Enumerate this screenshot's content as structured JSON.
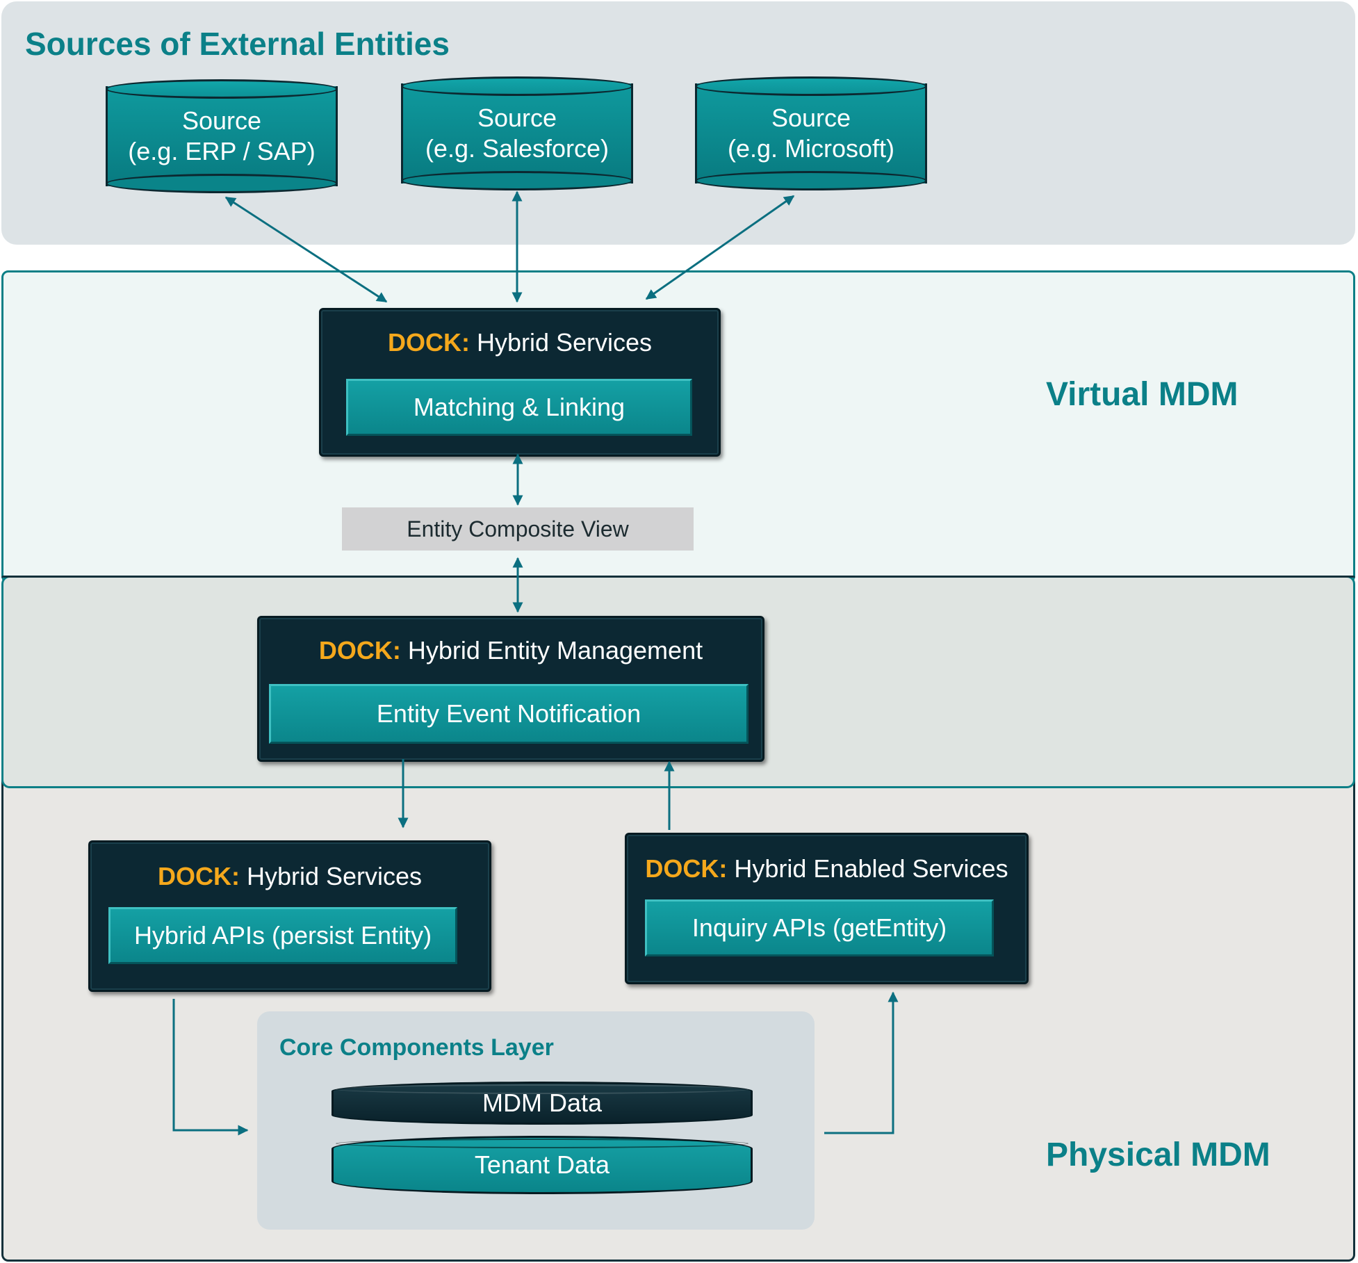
{
  "regions": {
    "sources_title": "Sources of External Entities",
    "virtual_title": "Virtual MDM",
    "physical_title": "Physical MDM",
    "core_title": "Core Components Layer"
  },
  "sources": [
    {
      "line1": "Source",
      "line2": "(e.g. ERP / SAP)"
    },
    {
      "line1": "Source",
      "line2": "(e.g. Salesforce)"
    },
    {
      "line1": "Source",
      "line2": "(e.g.  Microsoft)"
    }
  ],
  "dock_keyword": "DOCK:",
  "hybrid_services_top": {
    "title": "Hybrid Services",
    "inner": "Matching & Linking"
  },
  "composite_view": "Entity Composite View",
  "entity_management": {
    "title": "Hybrid Entity Management",
    "inner": "Entity Event Notification"
  },
  "hybrid_services_bottom": {
    "title": "Hybrid Services",
    "inner": "Hybrid APIs (persist Entity)"
  },
  "enabled_services": {
    "title": "Hybrid Enabled Services",
    "inner": "Inquiry APIs (getEntity)"
  },
  "core_stores": {
    "mdm_data": "MDM Data",
    "tenant_data": "Tenant Data"
  },
  "colors": {
    "teal": "#0b8088",
    "dock_bg": "#0c2833",
    "dock_keyword": "#f5a81c",
    "arrow": "#0b6f80"
  }
}
